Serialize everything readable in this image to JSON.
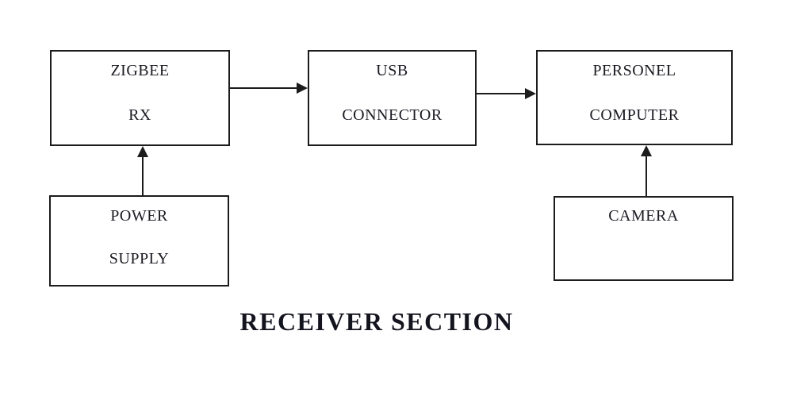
{
  "diagram": {
    "title": "RECEIVER SECTION",
    "boxes": {
      "zigbee_rx": {
        "line1": "ZIGBEE",
        "line2": "RX"
      },
      "usb_connector": {
        "line1": "USB",
        "line2": "CONNECTOR"
      },
      "personal_computer": {
        "line1": "PERSONEL",
        "line2": "COMPUTER"
      },
      "power_supply": {
        "line1": "POWER",
        "line2": "SUPPLY"
      },
      "camera": {
        "line1": "CAMERA"
      }
    },
    "connections": [
      {
        "from": "ZIGBEE RX",
        "to": "USB CONNECTOR",
        "direction": "right"
      },
      {
        "from": "USB CONNECTOR",
        "to": "PERSONEL COMPUTER",
        "direction": "right"
      },
      {
        "from": "POWER SUPPLY",
        "to": "ZIGBEE RX",
        "direction": "up"
      },
      {
        "from": "CAMERA",
        "to": "PERSONEL COMPUTER",
        "direction": "up"
      }
    ],
    "colors": {
      "background": "#ffffff",
      "line": "#1c1c1c",
      "text": "#1a1a22"
    }
  }
}
